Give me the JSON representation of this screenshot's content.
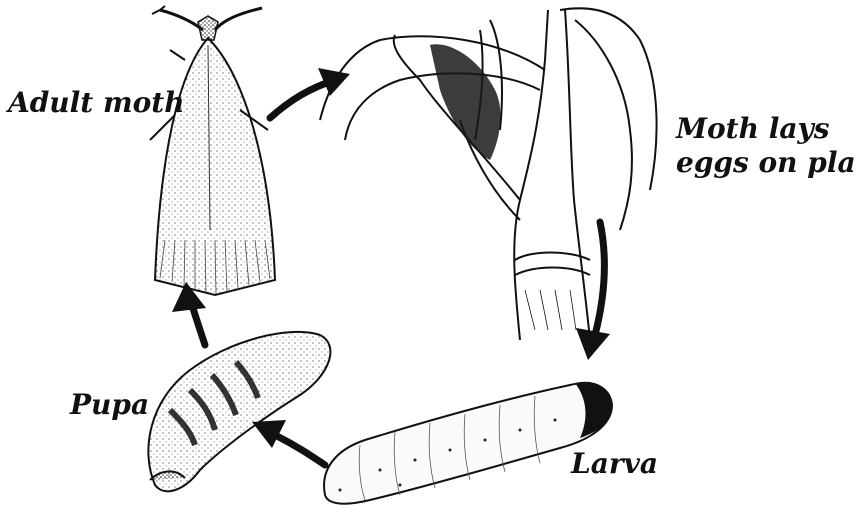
{
  "labels": {
    "adult": "Adult moth",
    "moth_lays_line1": "Moth lays",
    "moth_lays_line2": "eggs on plant",
    "pupa": "Pupa",
    "larva": "Larva"
  },
  "colors": {
    "ink": "#111111",
    "background": "#ffffff"
  }
}
